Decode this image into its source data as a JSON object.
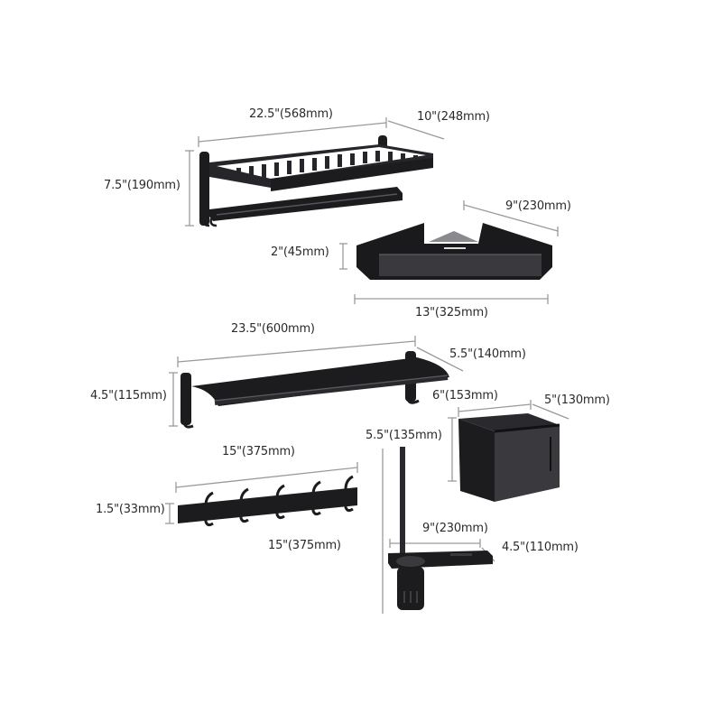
{
  "products": {
    "towel_rack_shelf": {
      "width": "22.5\"(568mm)",
      "depth": "10\"(248mm)",
      "height": "7.5\"(190mm)"
    },
    "corner_shelf": {
      "depth": "9\"(230mm)",
      "height": "2\"(45mm)",
      "width": "13\"(325mm)"
    },
    "double_towel_bar": {
      "width": "23.5\"(600mm)",
      "depth": "5.5\"(140mm)",
      "height": "4.5\"(115mm)"
    },
    "tissue_box": {
      "width": "6\"(153mm)",
      "depth": "5\"(130mm)",
      "height": "5.5\"(135mm)"
    },
    "robe_hook_rail": {
      "width": "15\"(375mm)",
      "height": "1.5\"(33mm)"
    },
    "toilet_brush_holder": {
      "height": "15\"(375mm)",
      "width": "9\"(230mm)",
      "depth": "4.5\"(110mm)"
    }
  },
  "colors": {
    "product": "#1c1c1e",
    "dimension_line": "#9a9a9a",
    "text": "#2a2a2a"
  }
}
